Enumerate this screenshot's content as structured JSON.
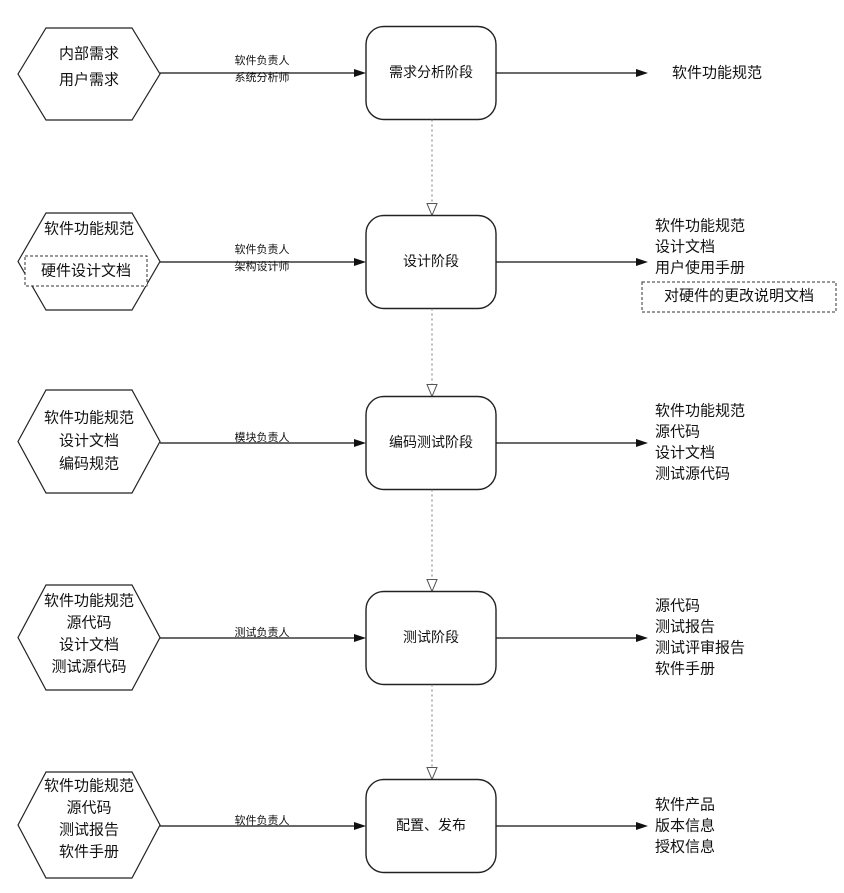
{
  "stages": [
    {
      "label": "需求分析阶段",
      "inputs": [
        "内部需求",
        "用户需求"
      ],
      "boxed_input": "",
      "roles": [
        "软件负责人",
        "系统分析师"
      ],
      "outputs": [
        "软件功能规范"
      ],
      "boxed_output": ""
    },
    {
      "label": "设计阶段",
      "inputs": [
        "软件功能规范"
      ],
      "boxed_input": "硬件设计文档",
      "roles": [
        "软件负责人",
        "架构设计师"
      ],
      "outputs": [
        "软件功能规范",
        "设计文档",
        "用户使用手册"
      ],
      "boxed_output": "对硬件的更改说明文档"
    },
    {
      "label": "编码测试阶段",
      "inputs": [
        "软件功能规范",
        "设计文档",
        "编码规范"
      ],
      "boxed_input": "",
      "roles": [
        "模块负责人"
      ],
      "outputs": [
        "软件功能规范",
        "源代码",
        "设计文档",
        "测试源代码"
      ],
      "boxed_output": ""
    },
    {
      "label": "测试阶段",
      "inputs": [
        "软件功能规范",
        "源代码",
        "设计文档",
        "测试源代码"
      ],
      "boxed_input": "",
      "roles": [
        "测试负责人"
      ],
      "outputs": [
        "源代码",
        "测试报告",
        "测试评审报告",
        "软件手册"
      ],
      "boxed_output": ""
    },
    {
      "label": "配置、发布",
      "inputs": [
        "软件功能规范",
        "源代码",
        "测试报告",
        "软件手册"
      ],
      "boxed_input": "",
      "roles": [
        "软件负责人"
      ],
      "outputs": [
        "软件产品",
        "版本信息",
        "授权信息"
      ],
      "boxed_output": ""
    }
  ]
}
